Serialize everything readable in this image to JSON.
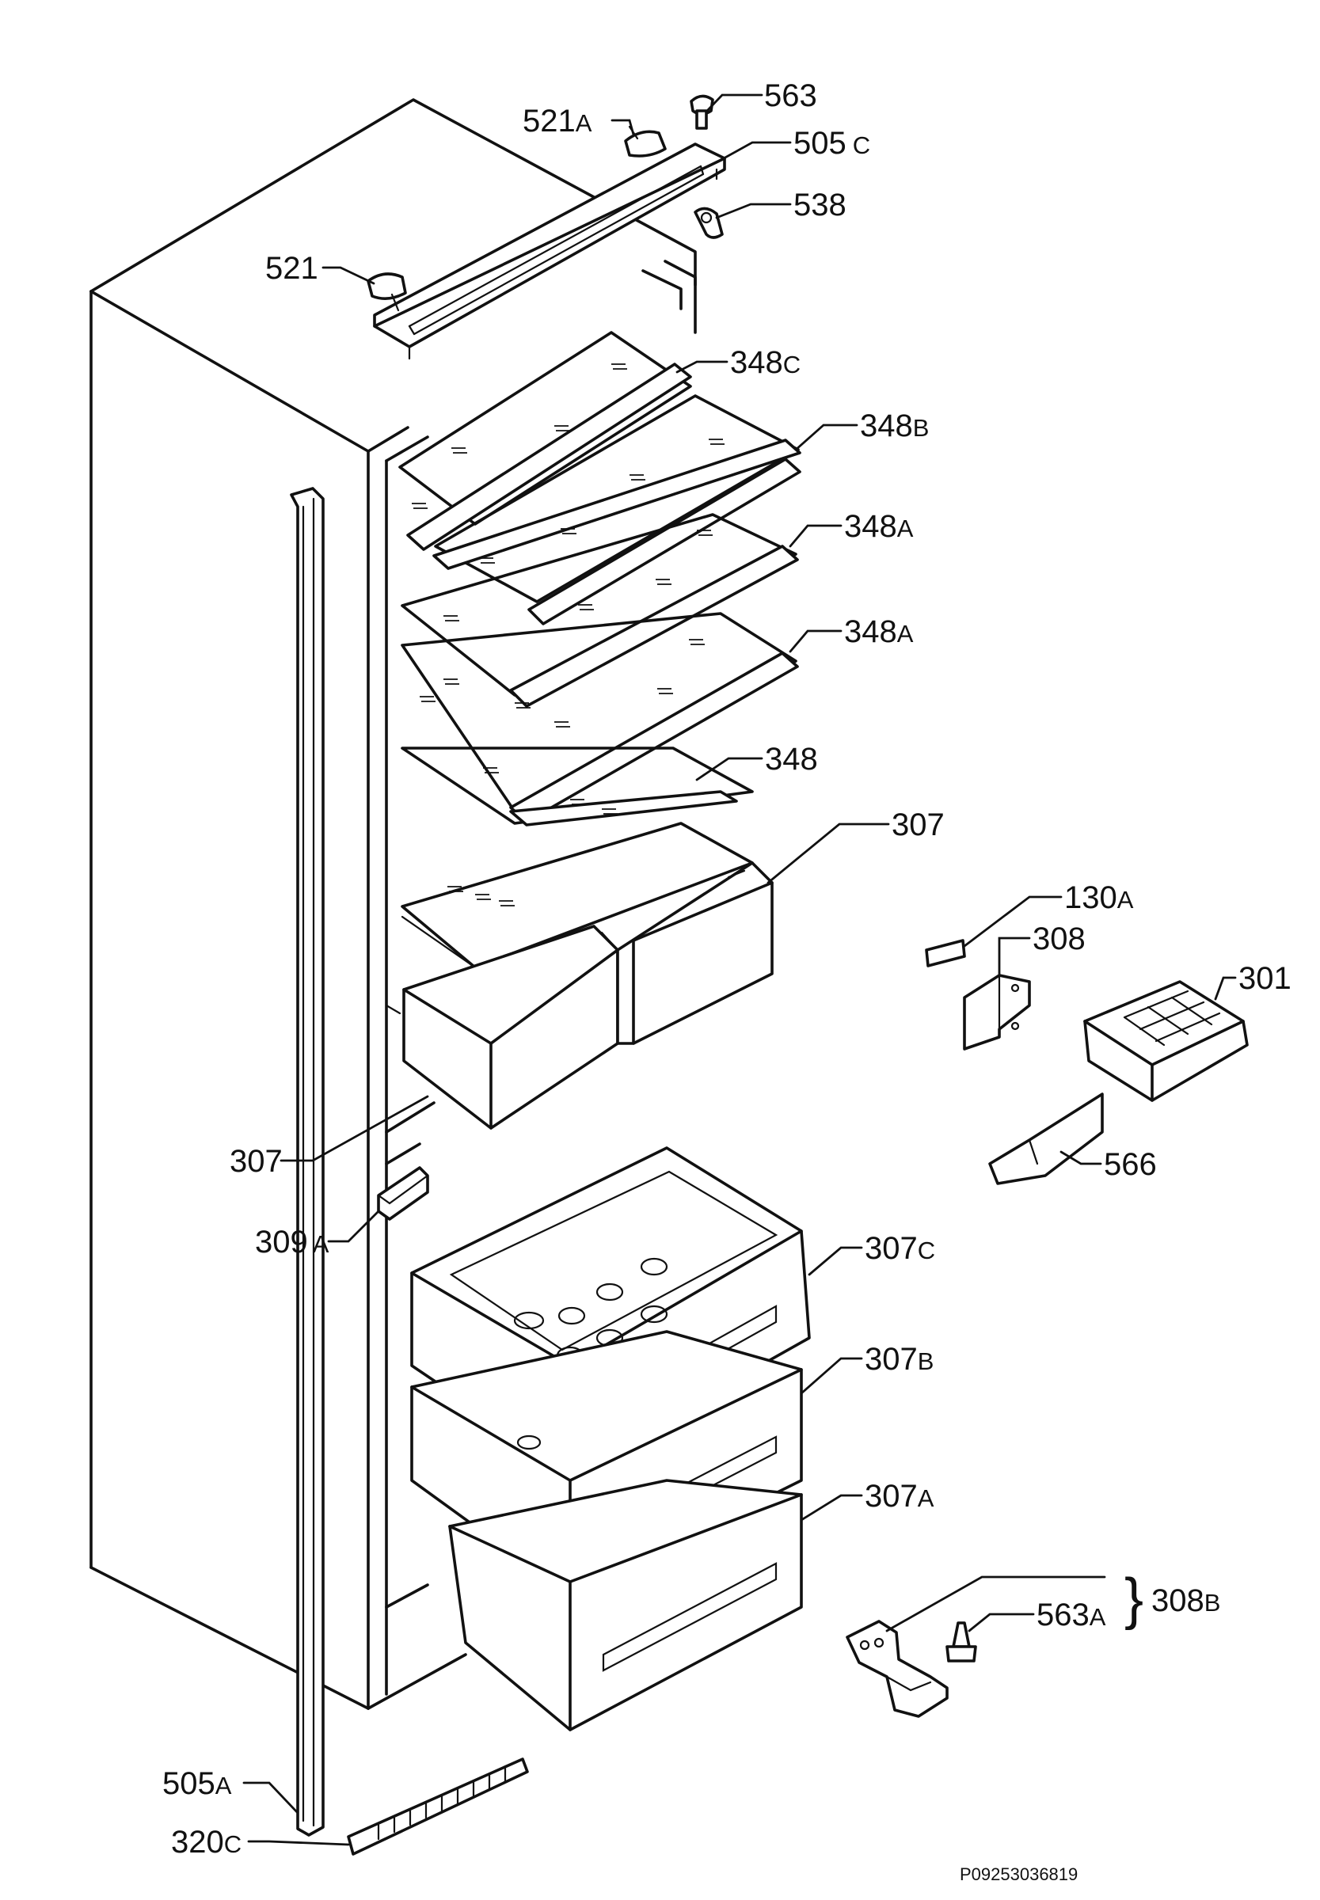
{
  "diagram": {
    "labels": {
      "p563": {
        "num": "563",
        "suf": ""
      },
      "p521a": {
        "num": "521",
        "suf": "A"
      },
      "p505c": {
        "num": "505",
        "suf": "C"
      },
      "p538": {
        "num": "538",
        "suf": ""
      },
      "p521": {
        "num": "521",
        "suf": ""
      },
      "p348c": {
        "num": "348",
        "suf": "C"
      },
      "p348b": {
        "num": "348",
        "suf": "B"
      },
      "p348a1": {
        "num": "348",
        "suf": "A"
      },
      "p348a2": {
        "num": "348",
        "suf": "A"
      },
      "p348": {
        "num": "348",
        "suf": ""
      },
      "p307top": {
        "num": "307",
        "suf": ""
      },
      "p130a": {
        "num": "130",
        "suf": "A"
      },
      "p308": {
        "num": "308",
        "suf": ""
      },
      "p301": {
        "num": "301",
        "suf": ""
      },
      "p566": {
        "num": "566",
        "suf": ""
      },
      "p307left": {
        "num": "307",
        "suf": ""
      },
      "p309a": {
        "num": "309",
        "suf": "A"
      },
      "p307c": {
        "num": "307",
        "suf": "C"
      },
      "p307b": {
        "num": "307",
        "suf": "B"
      },
      "p307a": {
        "num": "307",
        "suf": "A"
      },
      "p563a": {
        "num": "563",
        "suf": "A"
      },
      "p308b": {
        "num": "308",
        "suf": "B"
      },
      "p505a": {
        "num": "505",
        "suf": "A"
      },
      "p320c": {
        "num": "320",
        "suf": "C"
      }
    },
    "drawing_code": "P09253036819"
  }
}
